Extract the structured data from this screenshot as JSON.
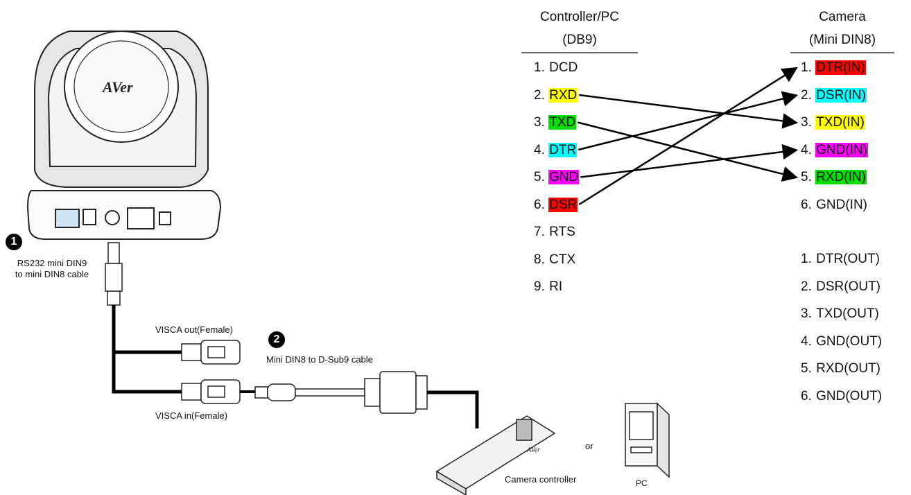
{
  "controller_column": {
    "title_line1": "Controller/PC",
    "title_line2": "(DB9)",
    "pins": [
      {
        "num": "1.",
        "name": "DCD",
        "color": ""
      },
      {
        "num": "2.",
        "name": "RXD",
        "color": "#ffff00"
      },
      {
        "num": "3.",
        "name": "TXD",
        "color": "#00e000"
      },
      {
        "num": "4.",
        "name": "DTR",
        "color": "#00ffff"
      },
      {
        "num": "5.",
        "name": "GND",
        "color": "#ff00ff"
      },
      {
        "num": "6.",
        "name": "DSR",
        "color": "#ff0000"
      },
      {
        "num": "7.",
        "name": "RTS",
        "color": ""
      },
      {
        "num": "8.",
        "name": "CTX",
        "color": ""
      },
      {
        "num": "9.",
        "name": "RI",
        "color": ""
      }
    ]
  },
  "camera_column": {
    "title_line1": "Camera",
    "title_line2": "(Mini DIN8)",
    "in_pins": [
      {
        "num": "1.",
        "name": "DTR(IN)",
        "color": "#ff0000"
      },
      {
        "num": "2.",
        "name": "DSR(IN)",
        "color": "#00ffff"
      },
      {
        "num": "3.",
        "name": "TXD(IN)",
        "color": "#ffff00"
      },
      {
        "num": "4.",
        "name": "GND(IN)",
        "color": "#ff00ff"
      },
      {
        "num": "5.",
        "name": "RXD(IN)",
        "color": "#00e000"
      },
      {
        "num": "6.",
        "name": "GND(IN)",
        "color": ""
      }
    ],
    "out_pins": [
      {
        "num": "1.",
        "name": "DTR(OUT)"
      },
      {
        "num": "2.",
        "name": "DSR(OUT)"
      },
      {
        "num": "3.",
        "name": "TXD(OUT)"
      },
      {
        "num": "4.",
        "name": "GND(OUT)"
      },
      {
        "num": "5.",
        "name": "RXD(OUT)"
      },
      {
        "num": "6.",
        "name": "GND(OUT)"
      }
    ]
  },
  "wiring": [
    {
      "from": 2,
      "to": 3
    },
    {
      "from": 3,
      "to": 5
    },
    {
      "from": 4,
      "to": 2
    },
    {
      "from": 5,
      "to": 4
    },
    {
      "from": 6,
      "to": 1
    }
  ],
  "hardware": {
    "brand_logo": "AVer",
    "controller_logo": "AVer",
    "cable1_badge": "1",
    "cable1_caption_line1": "RS232 mini DIN9",
    "cable1_caption_line2": "to mini DIN8 cable",
    "visca_out_label": "VISCA out(Female)",
    "visca_in_label": "VISCA in(Female)",
    "cable2_badge": "2",
    "cable2_caption": "Mini DIN8 to D-Sub9 cable",
    "controller_label": "Camera controller",
    "or_label": "or",
    "pc_label": "PC"
  },
  "colors": {
    "yellow": "#ffff00",
    "green": "#00e000",
    "cyan": "#00ffff",
    "magenta": "#ff00ff",
    "red": "#ff0000",
    "line": "#000000"
  }
}
